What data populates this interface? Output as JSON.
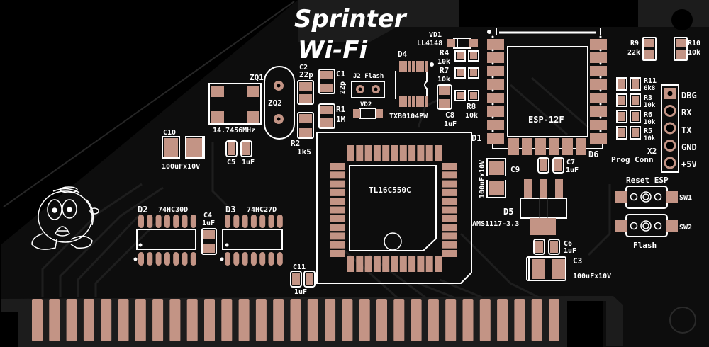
{
  "board": {
    "title_line1": "Sprinter",
    "title_line2": "Wi-Fi",
    "colors": {
      "background": "#000000",
      "board": "#0d0d0d",
      "pour": "#1c1c1c",
      "pad": "#c39485",
      "silkscreen": "#ffffff"
    }
  },
  "labels": {
    "zq1": "ZQ1",
    "zq2": "ZQ2",
    "crystal_freq": "14.7456MHz",
    "c2": "C2",
    "c2_val": "22p",
    "c1": "C1",
    "c1_val": "22p",
    "j2": "J2 Flash",
    "r1": "R1",
    "r1_val": "1M",
    "r2": "R2",
    "r2_val": "1k5",
    "vd2": "VD2",
    "vd1": "VD1",
    "vd1_val": "LL4148",
    "d4": "D4",
    "d4_val": "TXB0104PW",
    "r4": "R4",
    "r4_val": "10k",
    "r7": "R7",
    "r7_val": "10k",
    "r8": "R8",
    "r8_val": "10k",
    "c8": "C8",
    "c8_val": "1uF",
    "d1": "D1",
    "esp": "ESP-12F",
    "d6": "D6",
    "r9": "R9",
    "r9_val": "22k",
    "r10": "R10",
    "r10_val": "10k",
    "r11": "R11",
    "r11_val": "6k8",
    "r3": "R3",
    "r3_val": "10k",
    "r6": "R6",
    "r6_val": "10k",
    "r5": "R5",
    "r5_val": "10k",
    "x2": "X2",
    "x2_val": "Prog Conn",
    "pin_dbg": "DBG",
    "pin_rx": "RX",
    "pin_tx": "TX",
    "pin_gnd": "GND",
    "pin_5v": "+5V",
    "reset_esp": "Reset ESP",
    "sw1": "SW1",
    "sw2": "SW2",
    "flash": "Flash",
    "c10": "C10",
    "c10_val": "100uFx10V",
    "c5": "C5",
    "c5_val": "1uF",
    "uart": "TL16C550C",
    "c9": "C9",
    "c9_val": "100uFx10V",
    "c7": "C7",
    "c7_val": "1uF",
    "d5": "D5",
    "d5_val": "AMS1117-3.3",
    "c6": "C6",
    "c6_val": "1uF",
    "c3": "C3",
    "c3_val": "100uFx10V",
    "d2": "D2",
    "d2_val": "74HC30D",
    "d3": "D3",
    "d3_val": "74HC27D",
    "c4": "C4",
    "c4_val": "1uF",
    "c11": "C11",
    "c11_val": "1uF"
  },
  "edge_connector": {
    "finger_count": 31
  }
}
